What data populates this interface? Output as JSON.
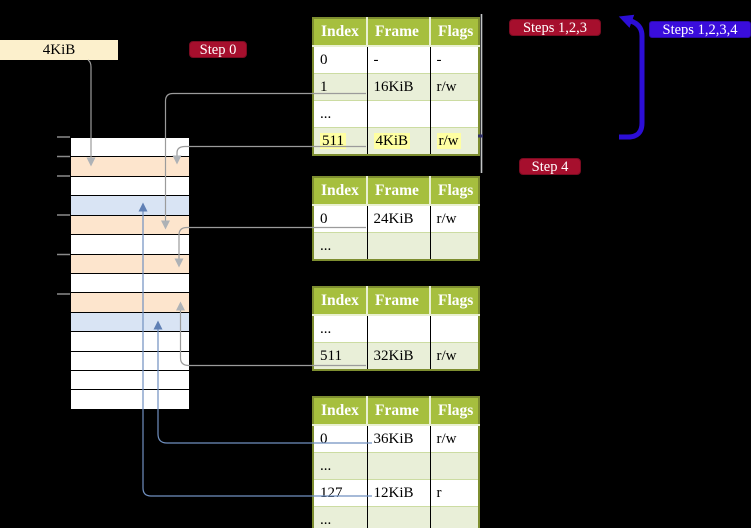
{
  "page_label": {
    "text": "4KiB"
  },
  "step_labels": {
    "step0": "Step 0",
    "steps123": "Steps 1,2,3",
    "steps1234": "Steps 1,2,3,4",
    "step4": "Step 4"
  },
  "tables": [
    {
      "id": "level-table-1",
      "headers": [
        "Index",
        "Frame",
        "Flags"
      ],
      "rows": [
        {
          "cells": [
            "0",
            "-",
            "-"
          ]
        },
        {
          "cells": [
            "1",
            "16KiB",
            "r/w"
          ]
        },
        {
          "cells": [
            "...",
            "",
            ""
          ]
        },
        {
          "cells": [
            "511",
            "4KiB",
            "r/w"
          ],
          "highlighted": true
        }
      ]
    },
    {
      "id": "level-table-2",
      "headers": [
        "Index",
        "Frame",
        "Flags"
      ],
      "rows": [
        {
          "cells": [
            "0",
            "24KiB",
            "r/w"
          ]
        },
        {
          "cells": [
            "...",
            "",
            ""
          ]
        }
      ]
    },
    {
      "id": "level-table-3",
      "headers": [
        "Index",
        "Frame",
        "Flags"
      ],
      "rows": [
        {
          "cells": [
            "...",
            "",
            ""
          ]
        },
        {
          "cells": [
            "511",
            "32KiB",
            "r/w"
          ]
        }
      ]
    },
    {
      "id": "level-table-4",
      "headers": [
        "Index",
        "Frame",
        "Flags"
      ],
      "rows": [
        {
          "cells": [
            "0",
            "36KiB",
            "r/w"
          ]
        },
        {
          "cells": [
            "...",
            "",
            ""
          ]
        },
        {
          "cells": [
            "127",
            "12KiB",
            "r"
          ]
        },
        {
          "cells": [
            "...",
            "",
            ""
          ]
        }
      ]
    }
  ],
  "memory_column": {
    "rows": [
      "white",
      "peach",
      "white",
      "blue",
      "peach",
      "white",
      "peach",
      "white",
      "peach",
      "blue",
      "white",
      "white",
      "white",
      "white"
    ],
    "tick_count": 6
  },
  "colors": {
    "crimson_label": "#a60f2d",
    "blue_label": "#3a0ddc",
    "table_header_green": "#a6bf3e",
    "table_border_olive": "#7e8e30",
    "row_light_green": "#e9efd8",
    "highlight_yellow": "#ffffa2",
    "memory_peach": "#fde5cd",
    "memory_blue": "#d9e4f4",
    "size_box_beige": "#fcf0cc",
    "gray_connector": "#9b9b9b",
    "blue_connector": "#7090c0",
    "recursion_arrow_blue": "#2c0ed6"
  }
}
